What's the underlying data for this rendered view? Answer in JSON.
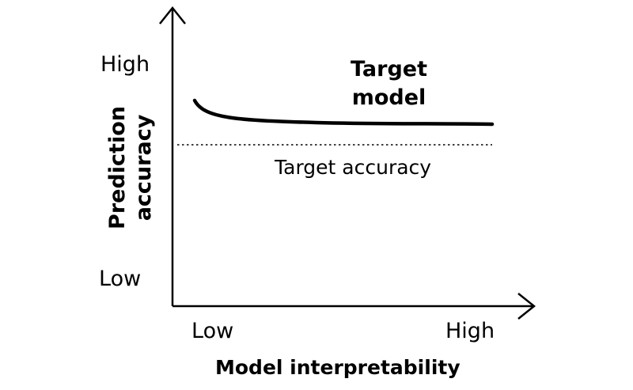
{
  "chart_data": {
    "type": "line",
    "xlabel": "Model interpretability",
    "ylabel_lines": [
      "Prediction",
      "accuracy"
    ],
    "x_ticks": [
      "Low",
      "High"
    ],
    "y_ticks": [
      "High",
      "Low"
    ],
    "series": [
      {
        "name_lines": [
          "Target",
          "model"
        ]
      }
    ],
    "annotations": [
      {
        "text": "Target accuracy",
        "kind": "dotted-threshold-line"
      }
    ]
  }
}
